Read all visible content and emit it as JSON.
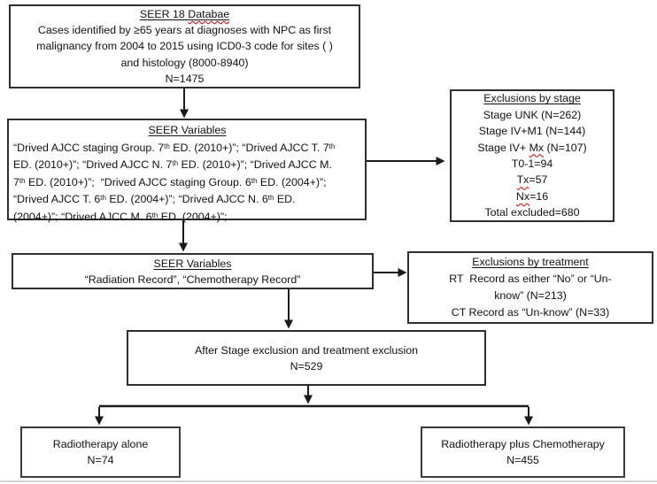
{
  "boxes": {
    "database": {
      "title_pre": "SEER 18 ",
      "title_typo": "Databae",
      "lines": [
        "Cases identified by ≥65 years at diagnoses with NPC as first",
        "malignancy from 2004 to 2015 using ICD0-3 code for sites ( )",
        "and histology (8000-8940)",
        "N=1475"
      ]
    },
    "seer_variables_staging": {
      "title": "SEER Variables",
      "lines": [
        "“Drived AJCC staging Group. 7th ED. (2010+)”; “Drived AJCC T. 7th",
        "ED. (2010+)”; “Drived AJCC N. 7th ED. (2010+)”; “Drived AJCC M.",
        "7th ED. (2010+)”;  “Drived AJCC staging Group. 6th ED. (2004+)”;",
        "“Drived AJCC T. 6th ED. (2004+)”; “Drived AJCC N. 6th ED.",
        "(2004+)”; “Drived AJCC M. 6th ED. (2004+)”;"
      ]
    },
    "exclusions_stage": {
      "title": "Exclusions by stage",
      "line_unk": "Stage UNK (N=262)",
      "line_m1": "Stage IV+M1 (N=144)",
      "line_mx_pre": "Stage IV+ ",
      "line_mx_word": "Mx",
      "line_mx_post": " (N=107)",
      "line_t01": "T0-1=94",
      "line_tx_word": "Tx",
      "line_tx_post": "=57",
      "line_nx_word": "Nx",
      "line_nx_post": "=16",
      "line_total": "Total excluded=680"
    },
    "seer_variables_treatment": {
      "title": "SEER Variables",
      "line": "“Radiation Record”, “Chemotherapy Record”"
    },
    "exclusions_treatment": {
      "title": "Exclusions by treatment",
      "lines": [
        "RT  Record as either “No” or “Un-",
        "know” (N=213)",
        "CT Record as “Un-know” (N=33)"
      ]
    },
    "after_exclusion": {
      "line1": "After Stage exclusion and treatment exclusion",
      "line2": "N=529"
    },
    "radiotherapy_alone": {
      "line1": "Radiotherapy alone",
      "line2": "N=74"
    },
    "radiotherapy_chemo": {
      "line1": "Radiotherapy plus Chemotherapy",
      "line2": "N=455"
    }
  },
  "colors": {
    "box_border": "#2e2e2e",
    "arrow": "#1a1a1a",
    "spellcheck_underline": "#c00000",
    "text": "#111111"
  }
}
